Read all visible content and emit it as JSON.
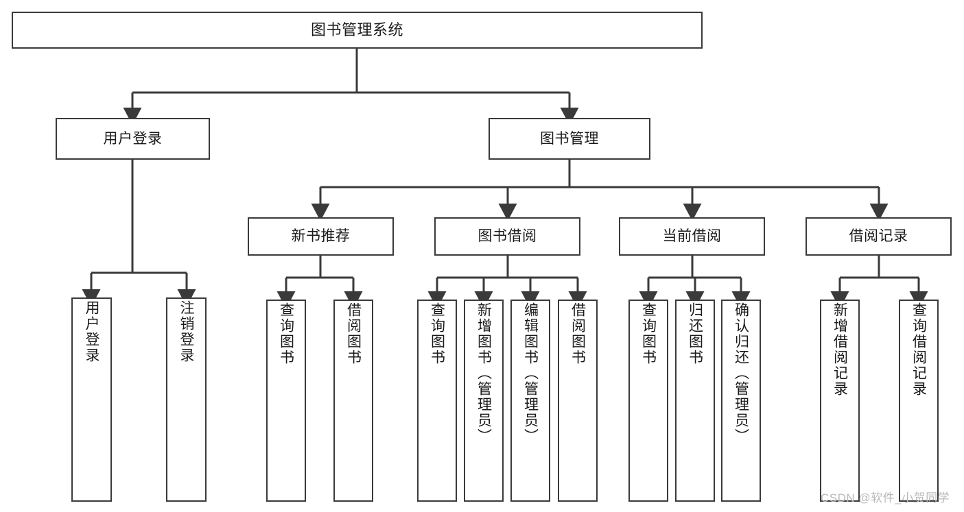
{
  "diagram": {
    "title": "图书管理系统",
    "type": "hierarchy-tree",
    "watermark": "CSDN @软件_小贺同学",
    "colors": {
      "stroke": "#3a3a3a",
      "fill": "#ffffff",
      "text": "#1a1a1a",
      "watermark": "#b9b9b9"
    },
    "levels": [
      {
        "level": 0,
        "nodes": [
          {
            "id": "root",
            "label": "图书管理系统",
            "orientation": "horizontal"
          }
        ]
      },
      {
        "level": 1,
        "nodes": [
          {
            "id": "user-login",
            "label": "用户登录",
            "orientation": "horizontal"
          },
          {
            "id": "book-manage",
            "label": "图书管理",
            "orientation": "horizontal"
          }
        ]
      },
      {
        "level": 2,
        "nodes": [
          {
            "id": "new-book-rec",
            "label": "新书推荐",
            "orientation": "horizontal"
          },
          {
            "id": "book-borrow",
            "label": "图书借阅",
            "orientation": "horizontal"
          },
          {
            "id": "current-borrow",
            "label": "当前借阅",
            "orientation": "horizontal"
          },
          {
            "id": "borrow-record",
            "label": "借阅记录",
            "orientation": "horizontal"
          }
        ]
      },
      {
        "level": 3,
        "nodes": [
          {
            "id": "leaf-user-login",
            "label": "用户登录",
            "orientation": "vertical",
            "parent": "user-login"
          },
          {
            "id": "leaf-logout",
            "label": "注销登录",
            "orientation": "vertical",
            "parent": "user-login"
          },
          {
            "id": "leaf-query-book-1",
            "label": "查询图书",
            "orientation": "vertical",
            "parent": "new-book-rec"
          },
          {
            "id": "leaf-borrow-book-1",
            "label": "借阅图书",
            "orientation": "vertical",
            "parent": "new-book-rec"
          },
          {
            "id": "leaf-query-book-2",
            "label": "查询图书",
            "orientation": "vertical",
            "parent": "book-borrow"
          },
          {
            "id": "leaf-add-book",
            "label": "新增图书（管理员）",
            "orientation": "vertical",
            "parent": "book-borrow"
          },
          {
            "id": "leaf-edit-book",
            "label": "编辑图书（管理员）",
            "orientation": "vertical",
            "parent": "book-borrow"
          },
          {
            "id": "leaf-borrow-book-2",
            "label": "借阅图书",
            "orientation": "vertical",
            "parent": "book-borrow"
          },
          {
            "id": "leaf-query-book-3",
            "label": "查询图书",
            "orientation": "vertical",
            "parent": "current-borrow"
          },
          {
            "id": "leaf-return-book",
            "label": "归还图书",
            "orientation": "vertical",
            "parent": "current-borrow"
          },
          {
            "id": "leaf-confirm-return",
            "label": "确认归还（管理员）",
            "orientation": "vertical",
            "parent": "current-borrow"
          },
          {
            "id": "leaf-add-record",
            "label": "新增借阅记录",
            "orientation": "vertical",
            "parent": "borrow-record"
          },
          {
            "id": "leaf-query-record",
            "label": "查询借阅记录",
            "orientation": "vertical",
            "parent": "borrow-record"
          }
        ]
      }
    ]
  }
}
